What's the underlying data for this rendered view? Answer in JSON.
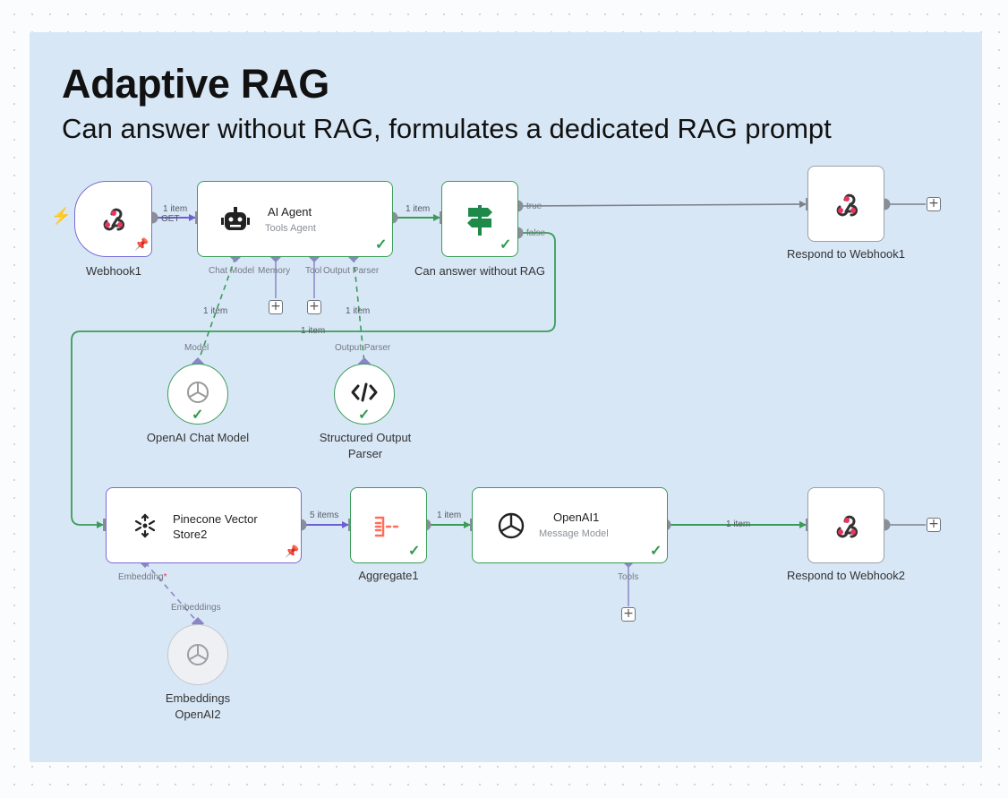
{
  "sticky": {
    "title": "Adaptive RAG",
    "subtitle": "Can answer without RAG, formulates a dedicated RAG prompt"
  },
  "nodes": {
    "webhook1": {
      "label": "Webhook1",
      "icon": "webhook-icon"
    },
    "ai_agent": {
      "title": "AI Agent",
      "subtitle": "Tools Agent",
      "icon": "robot-icon"
    },
    "can_answer": {
      "label": "Can answer without RAG",
      "icon": "signpost-icon"
    },
    "respond1": {
      "label": "Respond to Webhook1",
      "icon": "webhook-icon"
    },
    "openai_chat": {
      "label": "OpenAI Chat Model",
      "icon": "openai-icon"
    },
    "structured_parser": {
      "label": "Structured Output Parser",
      "icon": "code-icon"
    },
    "pinecone": {
      "title": "Pinecone Vector Store2",
      "icon": "pinecone-icon"
    },
    "aggregate": {
      "label": "Aggregate1",
      "icon": "aggregate-icon"
    },
    "openai1": {
      "title": "OpenAI1",
      "subtitle": "Message Model",
      "icon": "openai-icon"
    },
    "respond2": {
      "label": "Respond to Webhook2",
      "icon": "webhook-icon"
    },
    "embeddings": {
      "label": "Embeddings OpenAI2",
      "icon": "openai-icon"
    }
  },
  "ports": {
    "chat_model": "Chat Model",
    "memory": "Memory",
    "tool": "Tool",
    "output_parser": "Output Parser",
    "model": "Model",
    "output_parser_in": "Output Parser",
    "tools": "Tools",
    "embedding": "Embedding",
    "embedding_required": "*",
    "embeddings": "Embeddings",
    "true": "true",
    "false": "false"
  },
  "connections": {
    "webhook_items": "1 item",
    "webhook_method": "GET",
    "agent_to_if": "1 item",
    "model_items": "1 item",
    "parser_items": "1 item",
    "false_items": "1 item",
    "pinecone_items": "5 items",
    "aggregate_items": "1 item",
    "openai_items": "1 item"
  },
  "colors": {
    "success": "#3a9c58",
    "selected": "#7a6cd6",
    "sticky": "#d8e7f6",
    "sub_port": "#8a86c6",
    "trigger_bolt": "#ff6d5a"
  }
}
